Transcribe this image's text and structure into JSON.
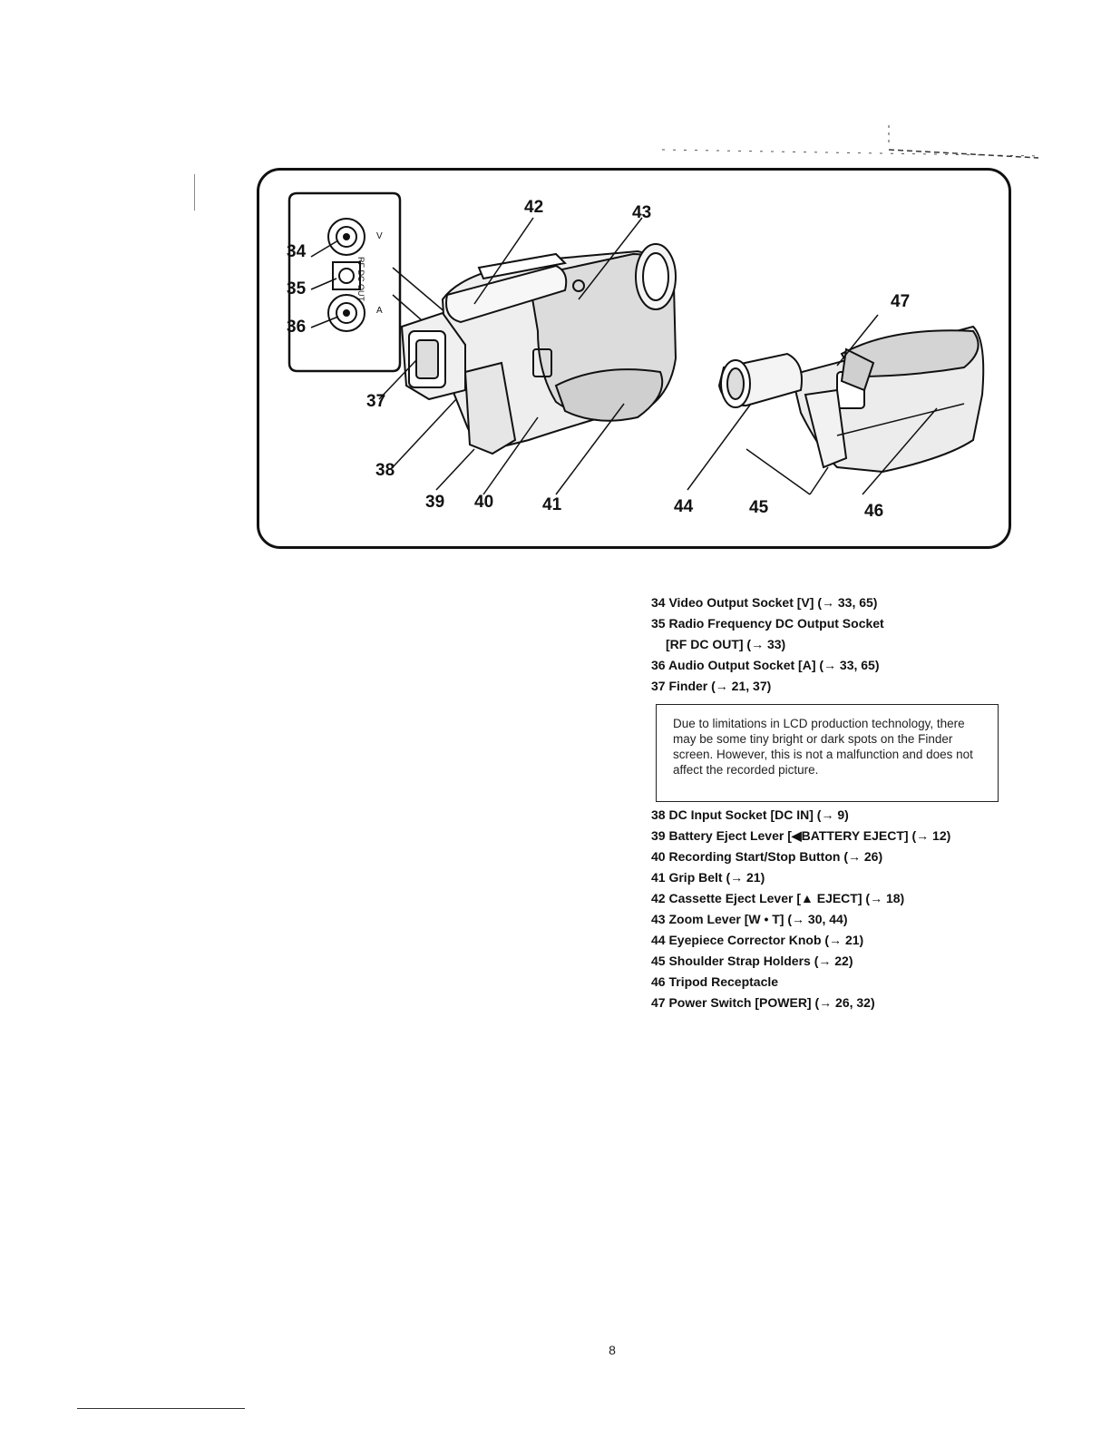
{
  "figure": {
    "callouts": [
      "34",
      "35",
      "36",
      "37",
      "38",
      "39",
      "40",
      "41",
      "42",
      "43",
      "44",
      "45",
      "46",
      "47"
    ],
    "inset_labels": {
      "video": "V",
      "rf": "RF DC OUT",
      "audio": "A"
    }
  },
  "items_a": [
    {
      "line": "34 Video Output Socket [V] (→ 33, 65)"
    },
    {
      "line": "35 Radio Frequency DC Output Socket",
      "cont": "[RF DC OUT] (→ 33)"
    },
    {
      "line": "36 Audio Output Socket [A] (→ 33, 65)"
    },
    {
      "line": "37 Finder (→ 21, 37)"
    }
  ],
  "note": "Due to limitations in LCD production technology, there may be some tiny bright or dark spots on the Finder screen. However, this is not a malfunction and does not affect the recorded picture.",
  "items_b": [
    "38 DC Input Socket [DC IN] (→ 9)",
    "39 Battery Eject Lever [◀BATTERY EJECT] (→ 12)",
    "40 Recording Start/Stop Button (→ 26)",
    "41 Grip Belt (→ 21)",
    "42 Cassette Eject Lever [▲ EJECT] (→ 18)",
    "43 Zoom Lever [W • T] (→ 30, 44)",
    "44 Eyepiece Corrector Knob (→ 21)",
    "45 Shoulder Strap Holders (→ 22)",
    "46 Tripod Receptacle",
    "47 Power Switch [POWER] (→ 26, 32)"
  ],
  "page_number": "8"
}
